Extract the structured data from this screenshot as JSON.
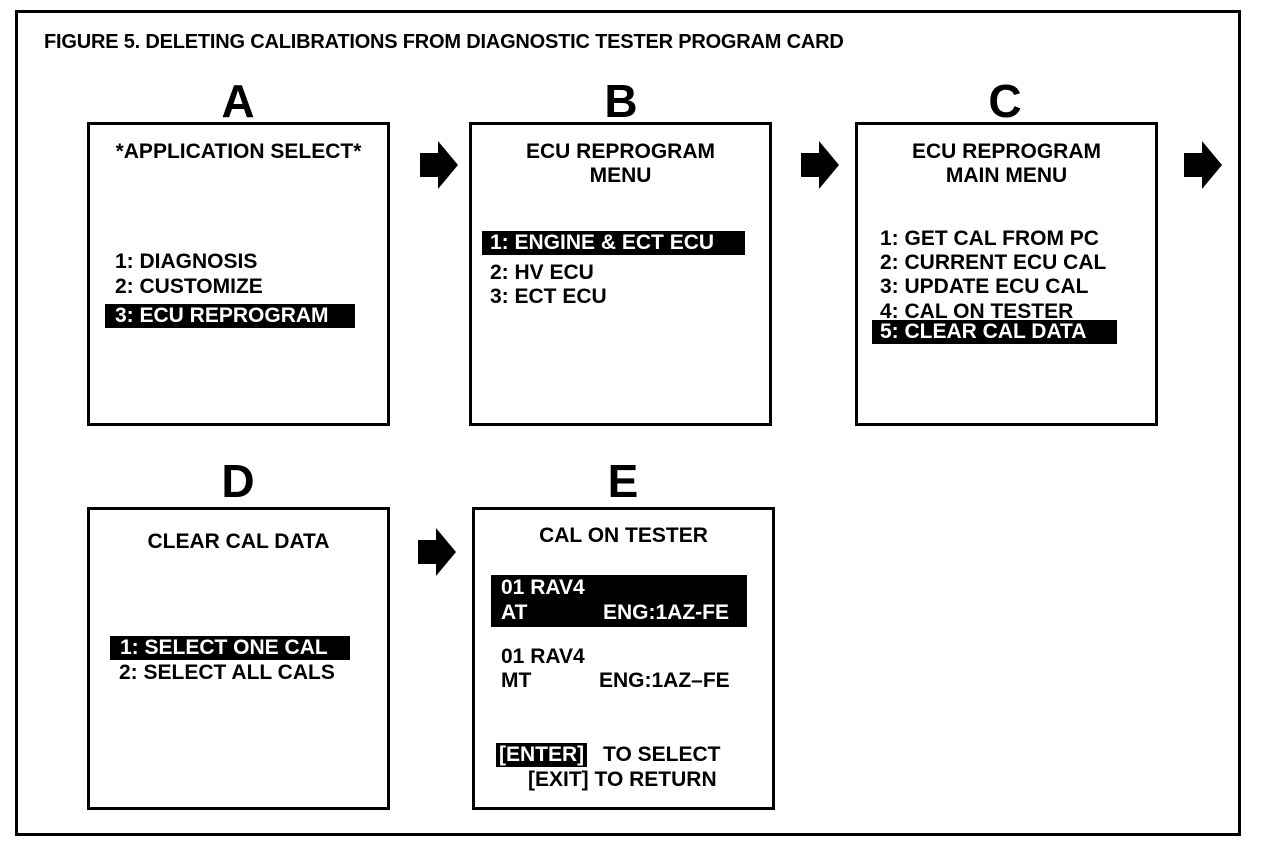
{
  "figure": {
    "title": "FIGURE 5.  DELETING CALIBRATIONS FROM DIAGNOSTIC TESTER PROGRAM CARD"
  },
  "panels": {
    "a": {
      "letter": "A",
      "header": "*APPLICATION SELECT*",
      "items": [
        "1:  DIAGNOSIS",
        "2:  CUSTOMIZE",
        "3:  ECU REPROGRAM"
      ],
      "selected_index": 2
    },
    "b": {
      "letter": "B",
      "header_line1": "ECU REPROGRAM",
      "header_line2": "MENU",
      "items": [
        "1:  ENGINE & ECT ECU",
        "2:  HV ECU",
        "3:  ECT ECU"
      ],
      "selected_index": 0
    },
    "c": {
      "letter": "C",
      "header_line1": "ECU REPROGRAM",
      "header_line2": "MAIN MENU",
      "items": [
        "1:  GET CAL FROM PC",
        "2:  CURRENT ECU CAL",
        "3:  UPDATE ECU CAL",
        "4:  CAL ON TESTER",
        "5:  CLEAR CAL DATA"
      ],
      "selected_index": 4
    },
    "d": {
      "letter": "D",
      "header": "CLEAR CAL DATA",
      "items": [
        "1: SELECT ONE CAL",
        "2: SELECT ALL CALS"
      ],
      "selected_index": 0
    },
    "e": {
      "letter": "E",
      "header": "CAL ON TESTER",
      "entry1": {
        "model": "01 RAV4",
        "trans": "AT",
        "engine": "ENG:1AZ-FE"
      },
      "entry2": {
        "model": "01 RAV4",
        "trans": "MT",
        "engine": "ENG:1AZ–FE"
      },
      "enter_key": "[ENTER]",
      "enter_text": "TO SELECT",
      "exit_line": "[EXIT] TO RETURN"
    }
  },
  "icons": {
    "flow_arrow": "right-arrow-icon"
  }
}
